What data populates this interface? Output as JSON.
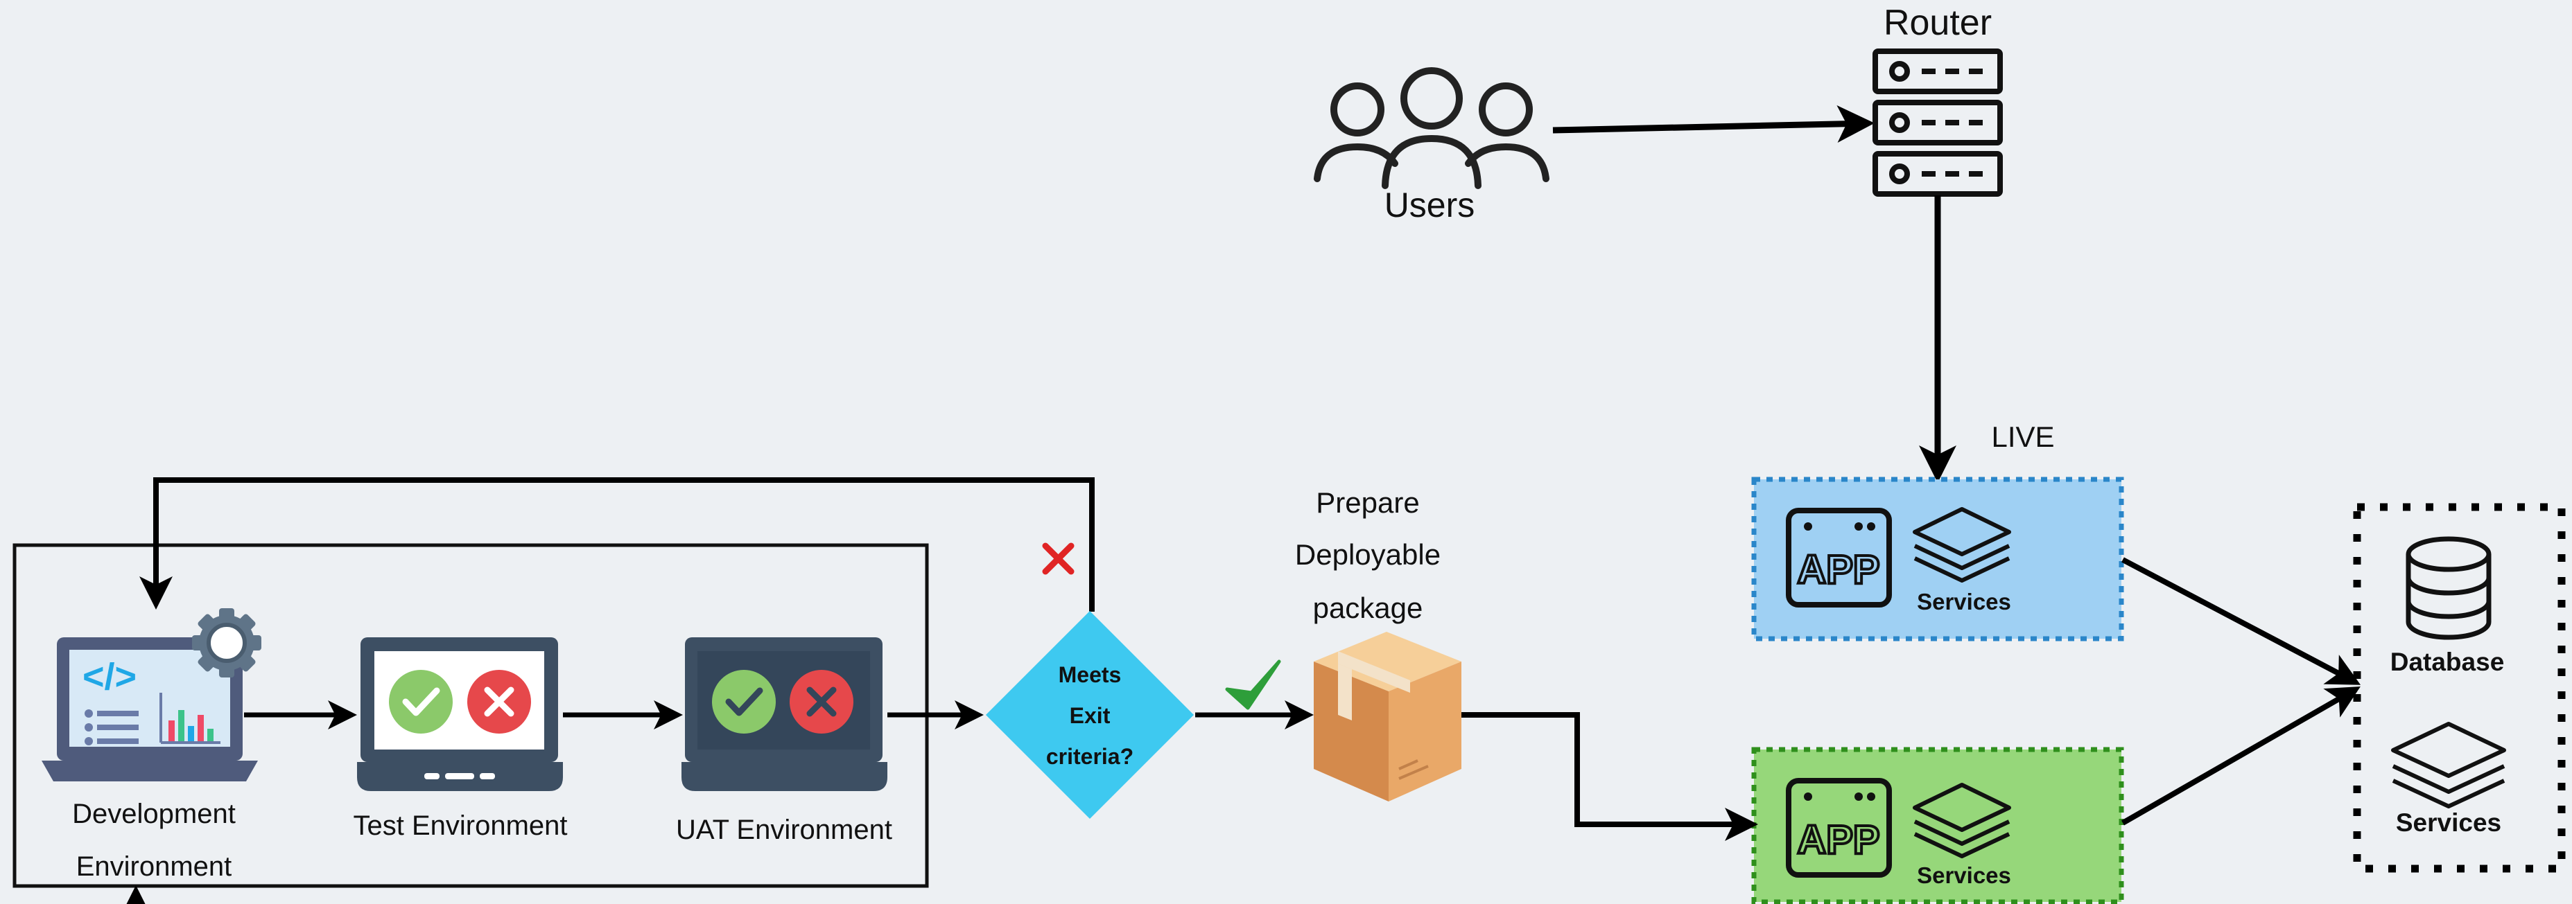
{
  "labels": {
    "router": "Router",
    "users": "Users",
    "live": "LIVE",
    "prepare_line1": "Prepare",
    "prepare_line2": "Deployable",
    "prepare_line3": "package",
    "decision_line1": "Meets",
    "decision_line2": "Exit",
    "decision_line3": "criteria?",
    "dev_line1": "Development",
    "dev_line2": "Environment",
    "test_env": "Test Environment",
    "uat_env": "UAT Environment",
    "database": "Database",
    "services": "Services",
    "app": "APP"
  },
  "colors": {
    "background": "#edf0f3",
    "live_fill": "#9fd0f3",
    "live_border": "#2a86c9",
    "staging_fill": "#96d77a",
    "staging_border": "#2f8f1c",
    "decision_fill": "#3ec9f0",
    "reject_mark": "#e02424",
    "accept_mark": "#2e9e3a",
    "laptop_dark": "#3d4f63",
    "check_green": "#8bc96a",
    "cross_red": "#e6484b",
    "box_tan": "#e9a868"
  },
  "icons": [
    "users-icon",
    "router-icon",
    "laptop-code-icon",
    "gear-icon",
    "laptop-check-icon",
    "package-icon",
    "app-icon",
    "layers-icon",
    "database-icon",
    "reject-mark-icon",
    "accept-mark-icon"
  ]
}
